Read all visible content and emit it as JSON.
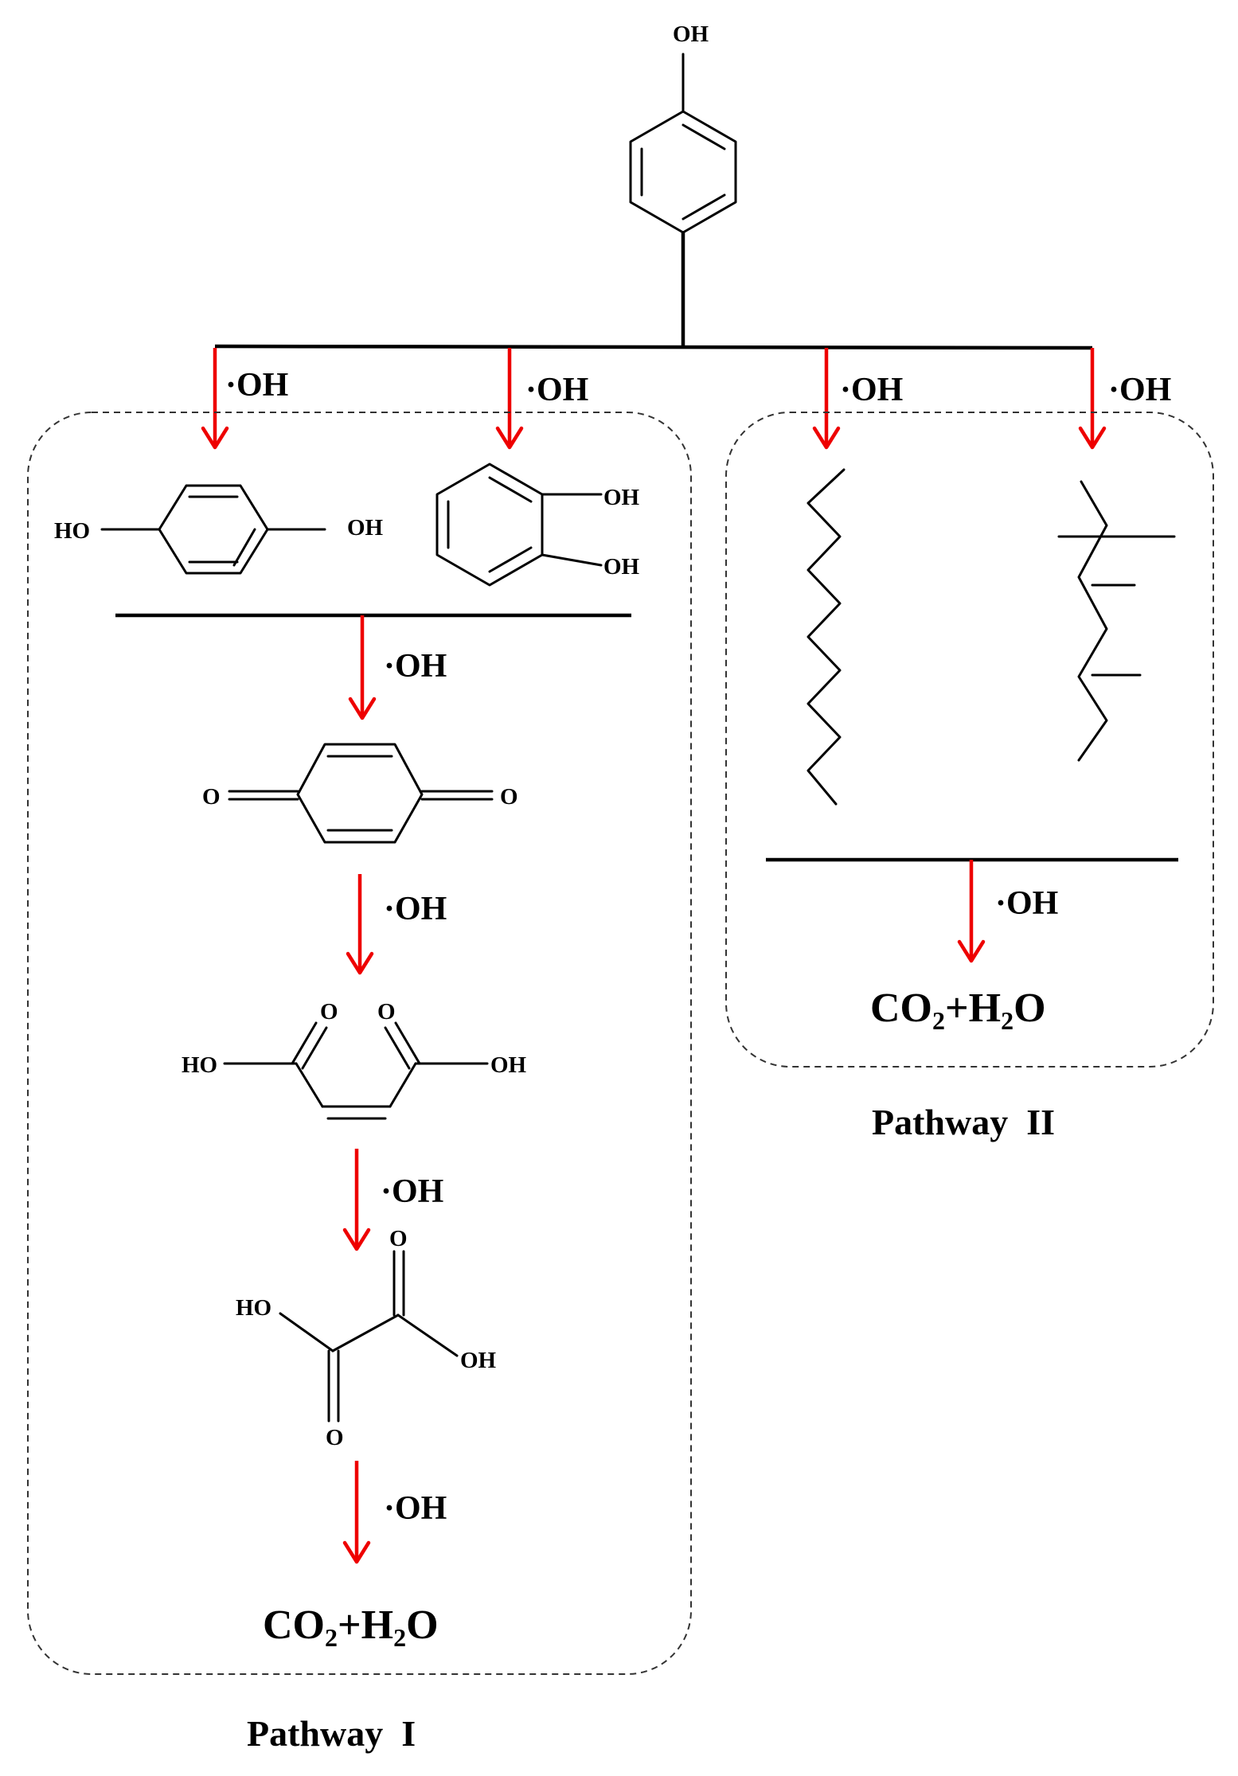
{
  "colors": {
    "arrow": "#ee0000",
    "bond": "#000000",
    "box": "#333333"
  },
  "atoms": {
    "oh": "OH",
    "ho": "HO",
    "o": "O"
  },
  "reagent": "·OH",
  "product": {
    "co": "CO",
    "two": "2",
    "plus_h": "+H",
    "o": "O"
  },
  "pathways": {
    "one": {
      "label": "Pathway  I"
    },
    "two": {
      "label": "Pathway  II"
    }
  }
}
